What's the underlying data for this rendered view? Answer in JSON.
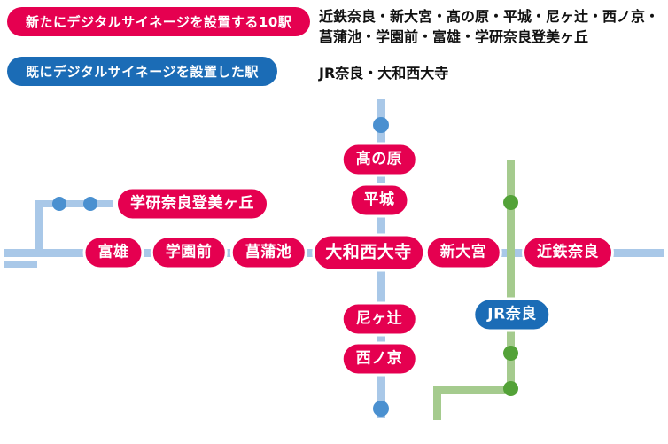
{
  "legend": {
    "new_label": "新たにデジタルサイネージを設置する10駅",
    "new_stations": "近鉄奈良・新大宮・髙の原・平城・尼ヶ辻・西ノ京・菖蒲池・学園前・富雄・学研奈良登美ヶ丘",
    "existing_label": "既にデジタルサイネージを設置した駅",
    "existing_stations": "JR奈良・大和西大寺"
  },
  "map": {
    "stations": [
      {
        "id": "takanohara",
        "label": "髙の原",
        "color": "pink"
      },
      {
        "id": "heijo",
        "label": "平城",
        "color": "pink"
      },
      {
        "id": "gakken-nara-tomigaoka",
        "label": "学研奈良登美ヶ丘",
        "color": "pink"
      },
      {
        "id": "tomio",
        "label": "富雄",
        "color": "pink"
      },
      {
        "id": "gakuemmae",
        "label": "学園前",
        "color": "pink"
      },
      {
        "id": "ayameike",
        "label": "菖蒲池",
        "color": "pink"
      },
      {
        "id": "yamato-saidaiji",
        "label": "大和西大寺",
        "color": "pink"
      },
      {
        "id": "shin-omiya",
        "label": "新大宮",
        "color": "pink"
      },
      {
        "id": "kintetsu-nara",
        "label": "近鉄奈良",
        "color": "pink"
      },
      {
        "id": "amagatsuji",
        "label": "尼ヶ辻",
        "color": "pink"
      },
      {
        "id": "nishinokyo",
        "label": "西ノ京",
        "color": "pink"
      },
      {
        "id": "jr-nara",
        "label": "JR奈良",
        "color": "blue"
      }
    ]
  },
  "colors": {
    "pink": "#e50050",
    "blue": "#1b6cb6",
    "line_blue": "#a9c8e8",
    "dot_blue": "#4a90d0",
    "line_green": "#a5cb8e",
    "dot_green": "#53a238",
    "text": "#111111"
  }
}
